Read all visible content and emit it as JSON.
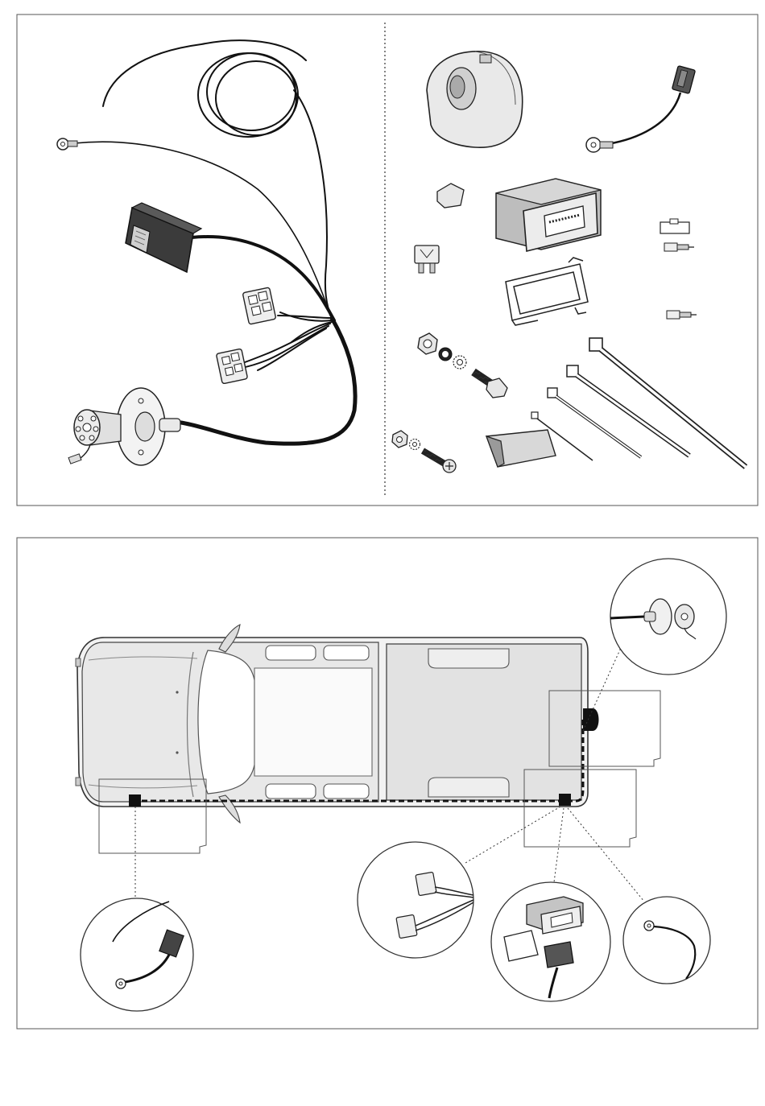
{
  "document": {
    "kind": "towbar wiring kit installation diagram",
    "text_labels": []
  },
  "panels": {
    "parts": {
      "left_half": [
        "wiring-harness-with-coiled-lead",
        "ring-terminal-ground-lead",
        "control-module-plug",
        "vehicle-connectors-pair",
        "7-pin-socket-with-gasket-plate"
      ],
      "right_half": [
        "socket-cover",
        "ground-lead-with-connector",
        "foam-pad",
        "control-module",
        "fuse",
        "module-bracket",
        "spade-connectors",
        "bolt-nut-washers",
        "screw-nut-washer",
        "adhesive-pad",
        "cable-ties"
      ]
    },
    "installation": {
      "vehicle": "pickup-truck-top-view",
      "callouts": [
        "ground-and-module-plug",
        "vehicle-connectors",
        "control-module-and-bracket",
        "ground-ring-terminal",
        "7-pin-socket"
      ]
    }
  },
  "colors": {
    "line": "#222222",
    "panel_border": "#555555",
    "cab_fill": "#eaeaea",
    "bed_fill": "#e2e2e2",
    "part_fill": "#d9d9d9",
    "dark_part": "#555555"
  }
}
